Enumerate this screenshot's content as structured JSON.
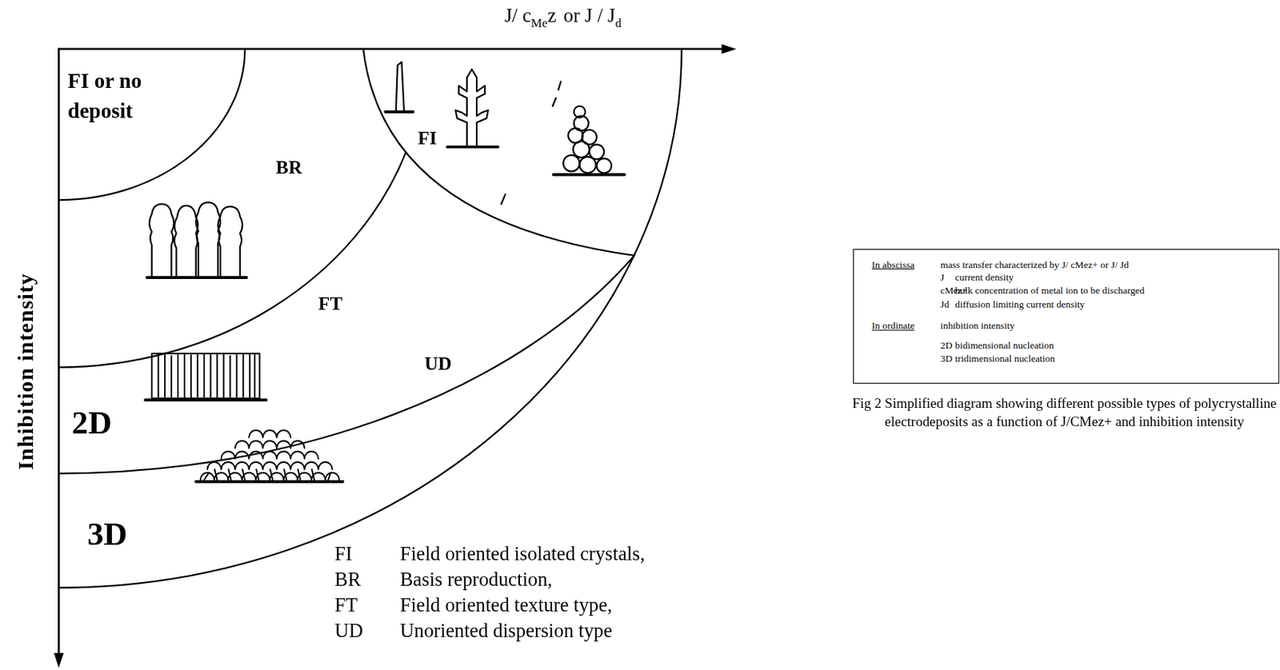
{
  "diagram": {
    "caption": "Fig 2 Simplified diagram showing different possible types of polycrystalline electrodeposits as a function of J/CMez+ and inhibition intensity",
    "nodes": [
      {
        "text": [
          "In abscissa",
          "mass transfer characterized by J/ cMez+ or J/ Jd",
          "J",
          "current density",
          "cMez+",
          "bulk concentration of metal ion to be discharged",
          "Jd",
          "diffusion limiting current density",
          "In ordinate",
          "inhibition intensity",
          "2D",
          "bidimensional nucleation",
          "3D",
          "tridimensional nucleation"
        ]
      }
    ],
    "labels": [
      "J/ c",
      "Me",
      "z",
      "or J / J",
      "d",
      "Inhibition intensity",
      "FI or no deposit",
      "BR",
      "FI",
      "FT",
      "UD",
      "2D",
      "3D",
      "FI",
      "Field oriented isolated crystals,",
      "BR",
      "Basis reproduction,",
      "FT",
      "Field oriented texture type,",
      "UD",
      "Unoriented dispersion type"
    ]
  }
}
